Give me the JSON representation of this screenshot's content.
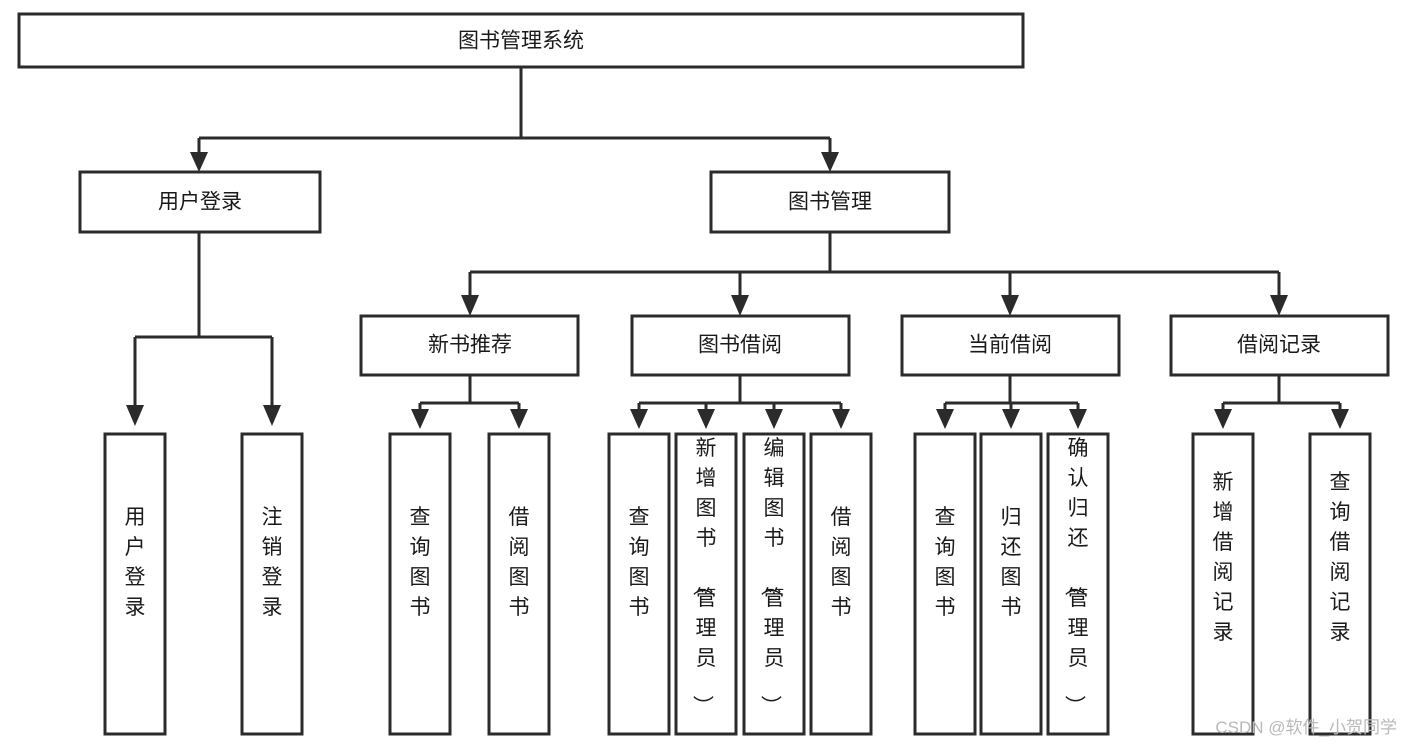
{
  "diagram": {
    "title": "图书管理系统",
    "type": "tree",
    "orientation": "top-down",
    "colors": {
      "box_stroke": "#2b2b2b",
      "box_fill": "#ffffff",
      "connector": "#2b2b2b",
      "label": "#1a1a1a",
      "watermark": "#b9b9b9",
      "background": "#ffffff"
    },
    "root": {
      "label": "图书管理系统"
    },
    "level2": [
      {
        "label": "用户登录"
      },
      {
        "label": "图书管理"
      }
    ],
    "level3": [
      {
        "label": "新书推荐"
      },
      {
        "label": "图书借阅"
      },
      {
        "label": "当前借阅"
      },
      {
        "label": "借阅记录"
      }
    ],
    "leaves": {
      "user_login": [
        {
          "label": "用户登录"
        },
        {
          "label": "注销登录"
        }
      ],
      "new_book_recommend": [
        {
          "label": "查询图书"
        },
        {
          "label": "借阅图书"
        }
      ],
      "book_borrow": [
        {
          "label": "查询图书"
        },
        {
          "label": "新增图书（管理员）"
        },
        {
          "label": "编辑图书（管理员）"
        },
        {
          "label": "借阅图书"
        }
      ],
      "current_borrow": [
        {
          "label": "查询图书"
        },
        {
          "label": "归还图书"
        },
        {
          "label": "确认归还（管理员）"
        }
      ],
      "borrow_record": [
        {
          "label": "新增借阅记录"
        },
        {
          "label": "查询借阅记录"
        }
      ]
    }
  },
  "watermark": {
    "text": "CSDN @软件_小贺同学"
  }
}
